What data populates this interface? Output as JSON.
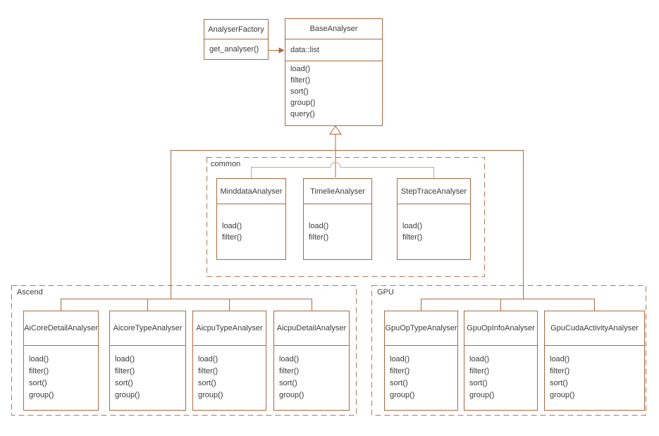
{
  "colors": {
    "line_dark": "#AC6841",
    "line_light": "#D2A485",
    "dashed_border": "#BA7450",
    "text": "#3C3C3C",
    "background": "#FFFFFF"
  },
  "classes": {
    "analyser_factory": {
      "title": "AnalyserFactory",
      "methods": [
        "get_analyser()"
      ]
    },
    "base_analyser": {
      "title": "BaseAnalyser",
      "attributes": [
        "data::list"
      ],
      "methods": [
        "load()",
        "filter()",
        "sort()",
        "group()",
        "query()"
      ]
    },
    "minddata": {
      "title": "MinddataAnalyser",
      "methods": [
        "load()",
        "filter()"
      ]
    },
    "timelie": {
      "title": "TimelieAnalyser",
      "methods": [
        "load()",
        "filter()"
      ]
    },
    "steptrace": {
      "title": "StepTraceAnalyser",
      "methods": [
        "load()",
        "filter()"
      ]
    },
    "aicore_detail": {
      "title": "AiCoreDetailAnalyser",
      "methods": [
        "load()",
        "filter()",
        "sort()",
        "group()"
      ]
    },
    "aicore_type": {
      "title": "AicoreTypeAnalyser",
      "methods": [
        "load()",
        "filter()",
        "sort()",
        "group()"
      ]
    },
    "aicpu_type": {
      "title": "AicpuTypeAnalyser",
      "methods": [
        "load()",
        "filter()",
        "sort()",
        "group()"
      ]
    },
    "aicpu_detail": {
      "title": "AicpuDetailAnalyser",
      "methods": [
        "load()",
        "filter()",
        "sort()",
        "group()"
      ]
    },
    "gpu_op_type": {
      "title": "GpuOpTypeAnalyser",
      "methods": [
        "load()",
        "filter()",
        "sort()",
        "group()"
      ]
    },
    "gpu_op_info": {
      "title": "GpuOpInfoAnalyser",
      "methods": [
        "load()",
        "filter()",
        "sort()",
        "group()"
      ]
    },
    "gpu_cuda_activity": {
      "title": "GpuCudaActivityAnalyser",
      "methods": [
        "load()",
        "filter()",
        "sort()",
        "group()"
      ]
    }
  },
  "groups": {
    "common": {
      "label": "common"
    },
    "ascend": {
      "label": "Ascend"
    },
    "gpu": {
      "label": "GPU"
    }
  },
  "relationships": {
    "association": {
      "from": "AnalyserFactory",
      "to": "BaseAnalyser",
      "type": "directed-association"
    },
    "inheritance": {
      "parent": "BaseAnalyser",
      "children": [
        "MinddataAnalyser",
        "TimelieAnalyser",
        "StepTraceAnalyser",
        "AiCoreDetailAnalyser",
        "AicoreTypeAnalyser",
        "AicpuTypeAnalyser",
        "AicpuDetailAnalyser",
        "GpuOpTypeAnalyser",
        "GpuOpInfoAnalyser",
        "GpuCudaActivityAnalyser"
      ]
    }
  }
}
